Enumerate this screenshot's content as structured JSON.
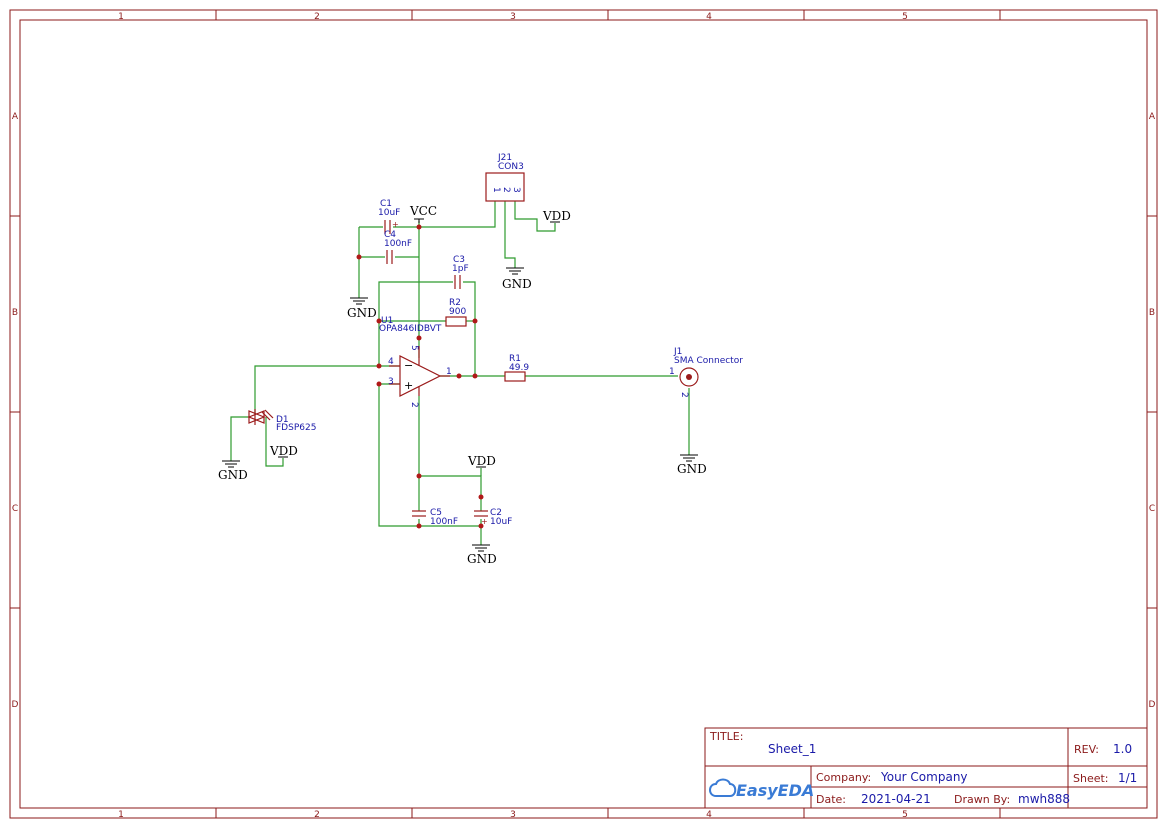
{
  "frame": {
    "columns": [
      "1",
      "2",
      "3",
      "4",
      "5"
    ],
    "rows": [
      "A",
      "B",
      "C",
      "D"
    ]
  },
  "components": {
    "J21": {
      "ref": "J21",
      "value": "CON3",
      "pins": [
        "1",
        "2",
        "3"
      ]
    },
    "C1": {
      "ref": "C1",
      "value": "10uF"
    },
    "C4": {
      "ref": "C4",
      "value": "100nF"
    },
    "C3": {
      "ref": "C3",
      "value": "1pF"
    },
    "R2": {
      "ref": "R2",
      "value": "900"
    },
    "U1": {
      "ref": "U1",
      "value": "OPA846IDBVT",
      "pins": [
        "4",
        "3",
        "1",
        "5",
        "2"
      ]
    },
    "R1": {
      "ref": "R1",
      "value": "49.9"
    },
    "J1": {
      "ref": "J1",
      "value": "SMA Connector",
      "pins": [
        "1",
        "2"
      ]
    },
    "D1": {
      "ref": "D1",
      "value": "FDSP625"
    },
    "C5": {
      "ref": "C5",
      "value": "100nF"
    },
    "C2": {
      "ref": "C2",
      "value": "10uF"
    }
  },
  "power": {
    "vcc": "VCC",
    "vdd": "VDD",
    "gnd": "GND"
  },
  "title_block": {
    "title_label": "TITLE:",
    "title": "Sheet_1",
    "rev_label": "REV:",
    "rev": "1.0",
    "logo": "EasyEDA",
    "company_label": "Company:",
    "company": "Your Company",
    "sheet_label": "Sheet:",
    "sheet": "1/1",
    "date_label": "Date:",
    "date": "2021-04-21",
    "drawn_label": "Drawn By:",
    "drawn_by": "mwh888"
  }
}
